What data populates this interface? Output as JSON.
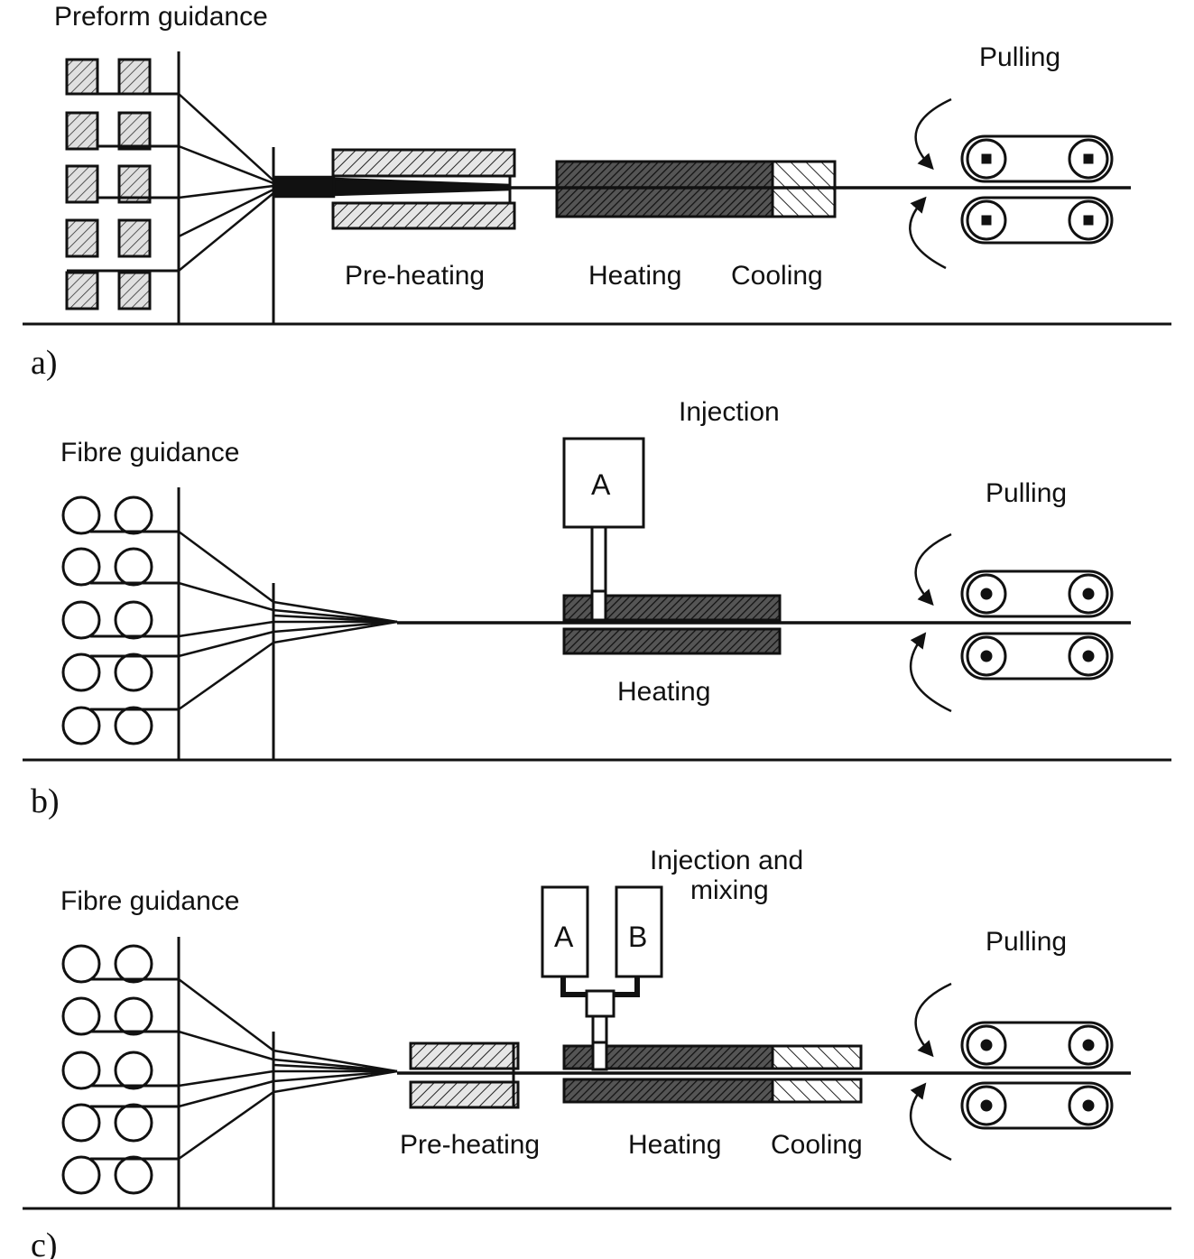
{
  "panel_a": {
    "letter": "a)",
    "guidance": "Preform guidance",
    "preheating": "Pre-heating",
    "heating": "Heating",
    "cooling": "Cooling",
    "pulling": "Pulling"
  },
  "panel_b": {
    "letter": "b)",
    "guidance": "Fibre guidance",
    "injection": "Injection",
    "tank_a": "A",
    "heating": "Heating",
    "pulling": "Pulling"
  },
  "panel_c": {
    "letter": "c)",
    "guidance": "Fibre guidance",
    "injection_line1": "Injection and",
    "injection_line2": "mixing",
    "tank_a": "A",
    "tank_b": "B",
    "preheating": "Pre-heating",
    "heating": "Heating",
    "cooling": "Cooling",
    "pulling": "Pulling"
  }
}
